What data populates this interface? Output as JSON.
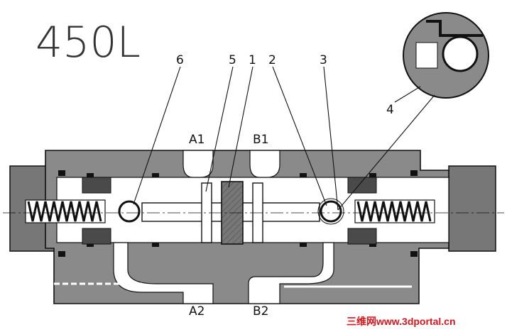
{
  "handwritten_note": "450L",
  "callouts": [
    "6",
    "5",
    "1",
    "2",
    "3",
    "4"
  ],
  "ports": {
    "a1": "A1",
    "b1": "B1",
    "a2": "A2",
    "b2": "B2"
  },
  "watermark": "三维网www.3dportal.cn",
  "colors": {
    "body": "#8a8a8a",
    "dark": "#4a4a4a",
    "black": "#111111",
    "watermark": "#d8141c"
  }
}
